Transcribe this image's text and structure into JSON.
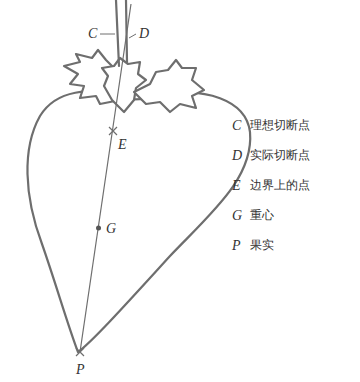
{
  "diagram": {
    "labels": [
      "C",
      "D",
      "E",
      "G",
      "P",
      "C",
      "理想切断点",
      "D",
      "实际切断点",
      "E",
      "边界上的点",
      "G",
      "重心",
      "P",
      "果实"
    ]
  }
}
